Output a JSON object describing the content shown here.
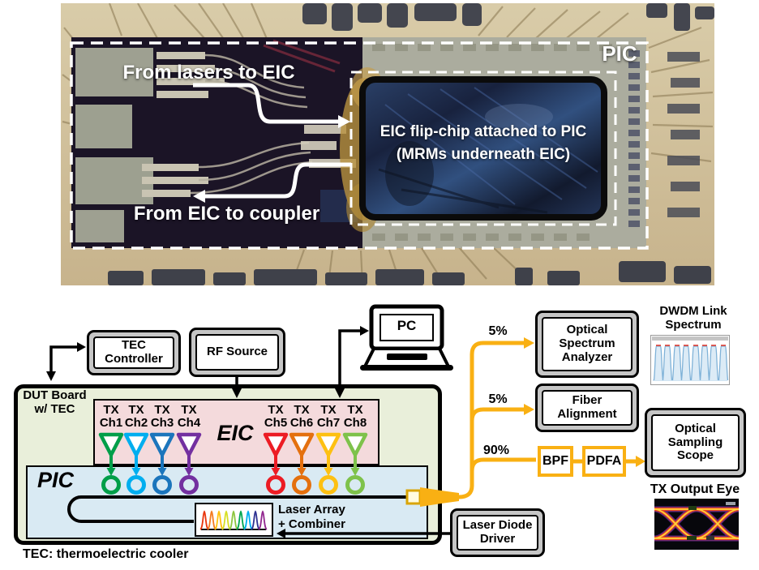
{
  "photo": {
    "pic_label": "PIC",
    "annotation_top": "From lasers to EIC",
    "annotation_bottom": "From EIC to coupler",
    "eic_caption_line1": "EIC flip-chip attached to PIC",
    "eic_caption_line2": "(MRMs underneath EIC)"
  },
  "instruments": {
    "tec_controller": "TEC Controller",
    "rf_source": "RF Source",
    "pc": "PC",
    "osa": "Optical Spectrum Analyzer",
    "fiber_alignment": "Fiber Alignment",
    "scope": "Optical Sampling Scope",
    "laser_diode_driver": "Laser Diode Driver",
    "bpf": "BPF",
    "pdfa": "PDFA"
  },
  "board": {
    "label_line1": "DUT Board",
    "label_line2": "w/ TEC",
    "eic_label": "EIC",
    "pic_label": "PIC",
    "footnote": "TEC: thermoelectric cooler"
  },
  "channels": [
    {
      "tx": "TX",
      "ch": "Ch1",
      "color": "#009E49"
    },
    {
      "tx": "TX",
      "ch": "Ch2",
      "color": "#00AEEF"
    },
    {
      "tx": "TX",
      "ch": "Ch3",
      "color": "#1B75BC"
    },
    {
      "tx": "TX",
      "ch": "Ch4",
      "color": "#7330A0"
    },
    {
      "tx": "TX",
      "ch": "Ch5",
      "color": "#EC1C24"
    },
    {
      "tx": "TX",
      "ch": "Ch6",
      "color": "#E4700E"
    },
    {
      "tx": "TX",
      "ch": "Ch7",
      "color": "#FDC012"
    },
    {
      "tx": "TX",
      "ch": "Ch8",
      "color": "#7EC24B"
    }
  ],
  "laser": {
    "label_line1": "Laser Array",
    "label_line2": "+ Combiner",
    "comb_colors": [
      "#E8340C",
      "#F47B20",
      "#FFC20E",
      "#D7DF23",
      "#8DC63F",
      "#00A651",
      "#00AEEF",
      "#2E3192",
      "#92278F"
    ]
  },
  "fiber": {
    "color": "#F9B013",
    "tap1": "5%",
    "tap2": "5%",
    "main": "90%"
  },
  "insets": {
    "dwdm": {
      "title_line1": "DWDM Link",
      "title_line2": "Spectrum",
      "type": "spectrum",
      "peak_count": 8,
      "peak_color": "#7FB2D8"
    },
    "eye": {
      "title": "TX Output Eye",
      "type": "eye-diagram"
    }
  },
  "colors": {
    "board_fill": "#E9EFDA",
    "eic_fill": "#F4DADC",
    "pic_fill": "#D9EAF3"
  }
}
